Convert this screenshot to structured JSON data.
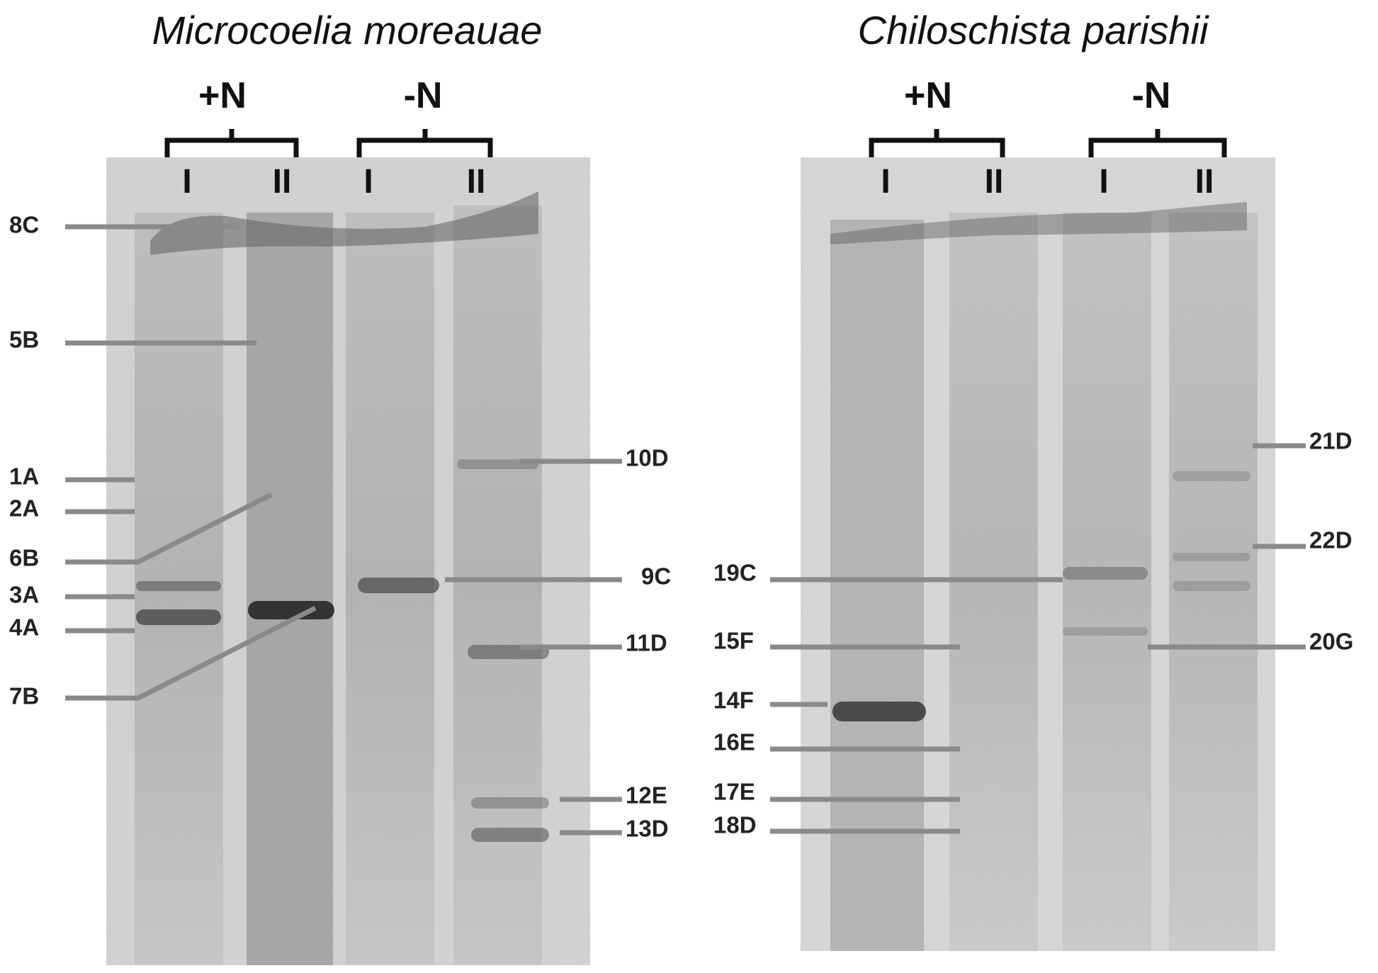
{
  "panels": [
    {
      "title": "Microcoelia moreauae",
      "groups": [
        {
          "label": "+N",
          "lanes": [
            "I",
            "II"
          ]
        },
        {
          "label": "-N",
          "lanes": [
            "I",
            "II"
          ]
        }
      ],
      "bands": [
        "8C",
        "5B",
        "1A",
        "2A",
        "6B",
        "3A",
        "4A",
        "7B",
        "10D",
        "9C",
        "11D",
        "12E",
        "13D"
      ]
    },
    {
      "title": "Chiloschista parishii",
      "groups": [
        {
          "label": "+N",
          "lanes": [
            "I",
            "II"
          ]
        },
        {
          "label": "-N",
          "lanes": [
            "I",
            "II"
          ]
        }
      ],
      "bands": [
        "19C",
        "15F",
        "14F",
        "16E",
        "17E",
        "18D",
        "21D",
        "22D",
        "20G"
      ]
    }
  ],
  "colors": {
    "background": "#ffffff",
    "gel": "#c9c9c9",
    "band": "#3a3a3a",
    "label_line": "#8a8a8a",
    "text": "#111111"
  }
}
